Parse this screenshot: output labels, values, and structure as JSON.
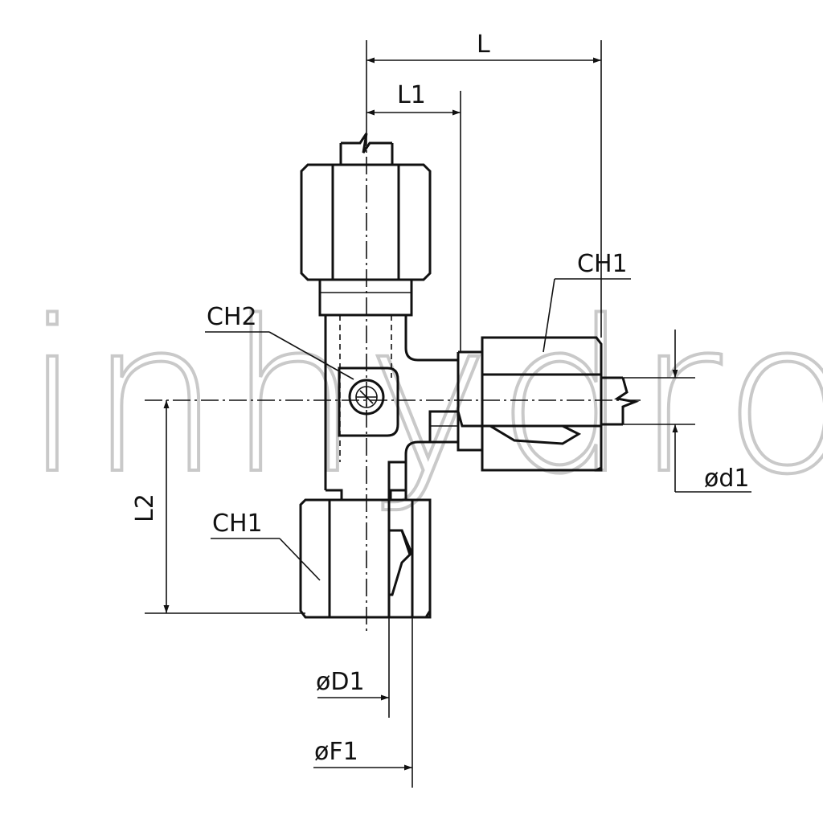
{
  "watermark": "inhydro",
  "labels": {
    "L": "L",
    "L1": "L1",
    "L2": "L2",
    "CH1_right": "CH1",
    "CH1_left": "CH1",
    "CH2": "CH2",
    "d1": "ød1",
    "D1": "øD1",
    "F1": "øF1"
  }
}
